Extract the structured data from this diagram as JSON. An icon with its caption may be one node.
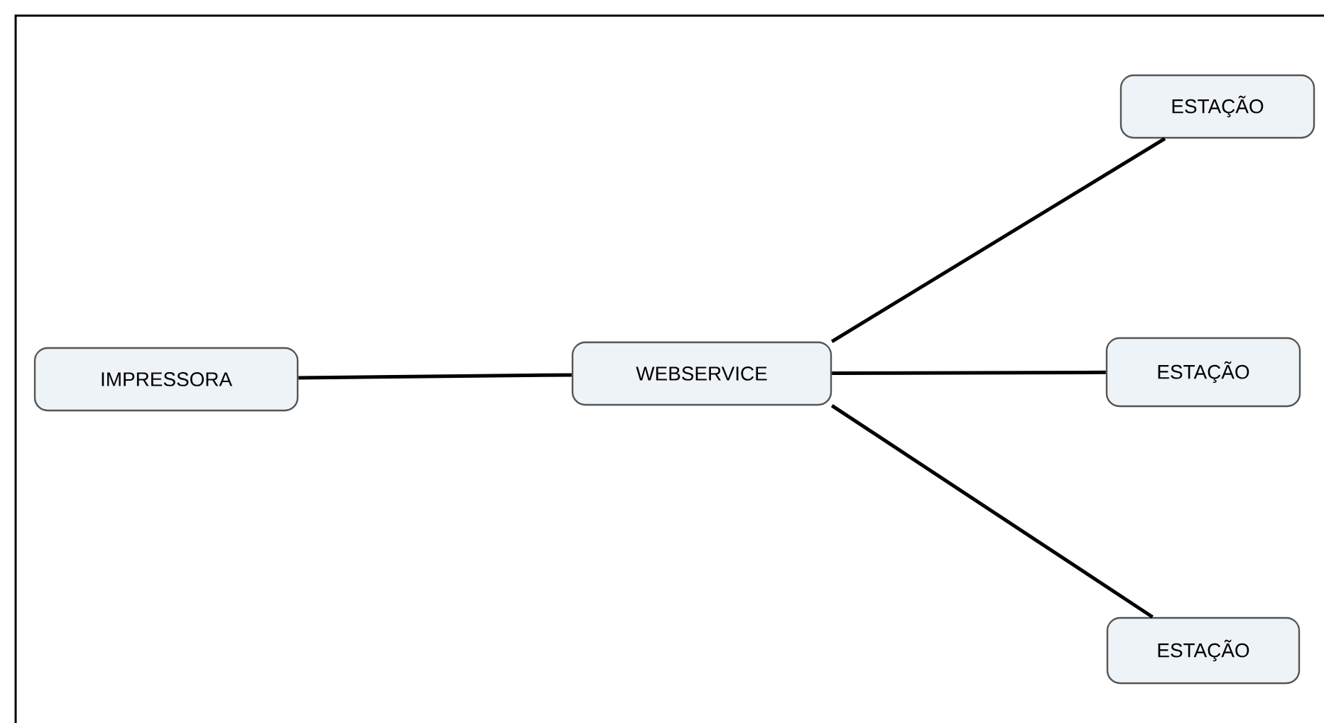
{
  "diagram": {
    "nodes": [
      {
        "text": [
          "IMPRESSORA"
        ]
      },
      {
        "text": [
          "WEBSERVICE"
        ]
      },
      {
        "text": [
          "ESTAÇÃO"
        ]
      },
      {
        "text": [
          "ESTAÇÃO"
        ]
      },
      {
        "text": [
          "ESTAÇÃO"
        ]
      }
    ],
    "edges": [
      {
        "from": 0,
        "to": 1,
        "arrow": "none"
      },
      {
        "from": 1,
        "to": 2,
        "arrow": "none"
      },
      {
        "from": 1,
        "to": 3,
        "arrow": "none"
      },
      {
        "from": 1,
        "to": 4,
        "arrow": "none"
      }
    ]
  }
}
